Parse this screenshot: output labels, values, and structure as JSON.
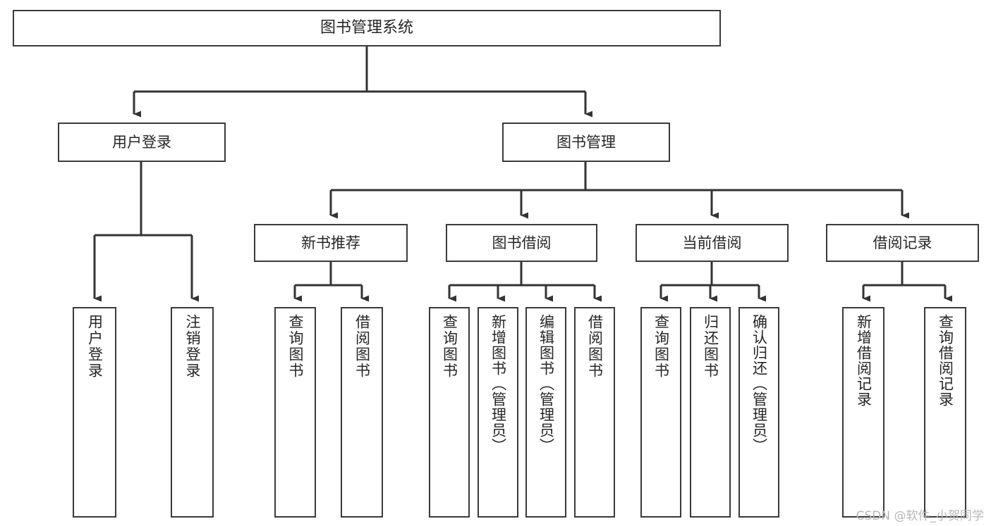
{
  "diagram": {
    "type": "tree-hierarchy",
    "title": "图书管理系统",
    "orientation": "top-down",
    "colors": {
      "box_border": "#3a3a3a",
      "box_fill": "#ffffff",
      "edge": "#333333",
      "text": "#262626",
      "background": "#ffffff",
      "watermark": "#b6b6b6"
    },
    "levels": 4
  },
  "nodes": {
    "root": {
      "label": "图书管理系统",
      "orientation": "horizontal"
    },
    "level2": [
      {
        "id": "user-login",
        "label": "用户登录",
        "orientation": "horizontal"
      },
      {
        "id": "book-management",
        "label": "图书管理",
        "orientation": "horizontal"
      }
    ],
    "level3": [
      {
        "id": "new-book-recommend",
        "label": "新书推荐",
        "orientation": "horizontal",
        "parent": "book-management"
      },
      {
        "id": "book-borrow",
        "label": "图书借阅",
        "orientation": "horizontal",
        "parent": "book-management"
      },
      {
        "id": "current-borrow",
        "label": "当前借阅",
        "orientation": "horizontal",
        "parent": "book-management"
      },
      {
        "id": "borrow-record",
        "label": "借阅记录",
        "orientation": "horizontal",
        "parent": "book-management"
      }
    ],
    "leaves": [
      {
        "id": "leaf-user-login",
        "label": "用户登录",
        "orientation": "vertical",
        "parent": "user-login"
      },
      {
        "id": "leaf-logout-login",
        "label": "注销登录",
        "orientation": "vertical",
        "parent": "user-login"
      },
      {
        "id": "leaf-query-book-1",
        "label": "查询图书",
        "orientation": "vertical",
        "parent": "new-book-recommend"
      },
      {
        "id": "leaf-borrow-book-1",
        "label": "借阅图书",
        "orientation": "vertical",
        "parent": "new-book-recommend"
      },
      {
        "id": "leaf-query-book-2",
        "label": "查询图书",
        "orientation": "vertical",
        "parent": "book-borrow"
      },
      {
        "id": "leaf-add-book",
        "label": "新增图书（管理员）",
        "orientation": "vertical",
        "parent": "book-borrow"
      },
      {
        "id": "leaf-edit-book",
        "label": "编辑图书（管理员）",
        "orientation": "vertical",
        "parent": "book-borrow"
      },
      {
        "id": "leaf-borrow-book-2",
        "label": "借阅图书",
        "orientation": "vertical",
        "parent": "book-borrow"
      },
      {
        "id": "leaf-query-book-3",
        "label": "查询图书",
        "orientation": "vertical",
        "parent": "current-borrow"
      },
      {
        "id": "leaf-return-book",
        "label": "归还图书",
        "orientation": "vertical",
        "parent": "current-borrow"
      },
      {
        "id": "leaf-confirm-return",
        "label": "确认归还（管理员）",
        "orientation": "vertical",
        "parent": "current-borrow"
      },
      {
        "id": "leaf-add-record",
        "label": "新增借阅记录",
        "orientation": "vertical",
        "parent": "borrow-record"
      },
      {
        "id": "leaf-query-record",
        "label": "查询借阅记录",
        "orientation": "vertical",
        "parent": "borrow-record"
      }
    ]
  },
  "watermark": {
    "text": "CSDN @软件_小贺同学"
  }
}
